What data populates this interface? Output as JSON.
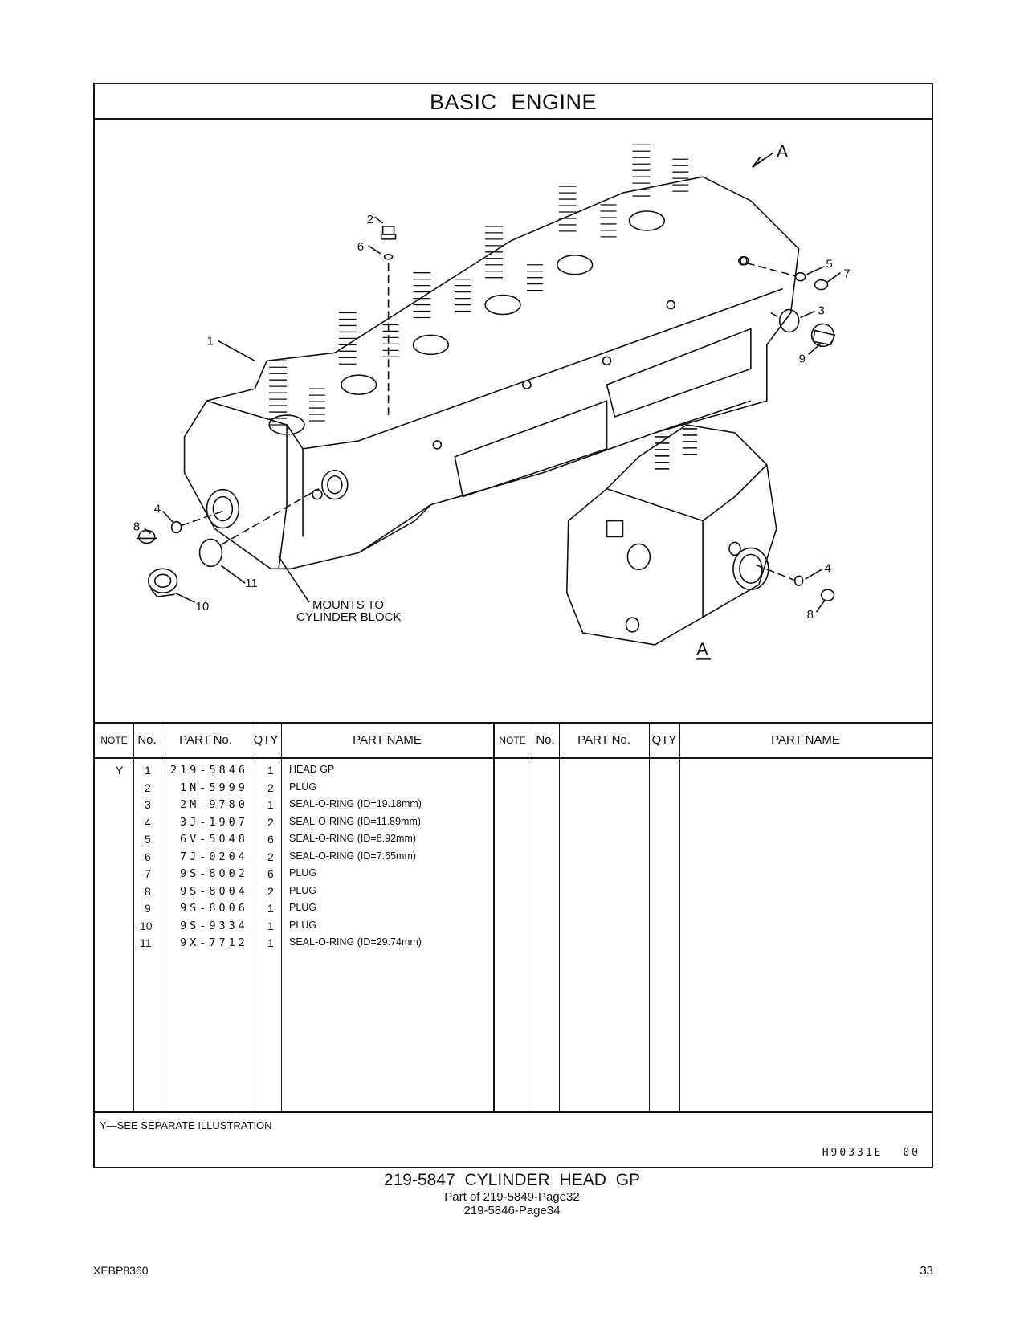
{
  "title": "BASIC ENGINE",
  "illustration": {
    "view_label_arrow": "A",
    "view_label_detail": "A",
    "mounts_label_line1": "MOUNTS TO",
    "mounts_label_line2": "CYLINDER BLOCK",
    "callouts": [
      "1",
      "2",
      "3",
      "4",
      "5",
      "6",
      "7",
      "8",
      "9",
      "10",
      "11",
      "4",
      "8"
    ]
  },
  "table": {
    "headers": [
      "NOTE",
      "No.",
      "PART No.",
      "QTY",
      "PART NAME"
    ],
    "rows": [
      {
        "note": "Y",
        "no": "1",
        "part_no": "219-5846",
        "qty": "1",
        "name": "HEAD GP"
      },
      {
        "note": "",
        "no": "2",
        "part_no": "1N-5999",
        "qty": "2",
        "name": "PLUG"
      },
      {
        "note": "",
        "no": "3",
        "part_no": "2M-9780",
        "qty": "1",
        "name": "SEAL-O-RING (ID=19.18mm)"
      },
      {
        "note": "",
        "no": "4",
        "part_no": "3J-1907",
        "qty": "2",
        "name": "SEAL-O-RING (ID=11.89mm)"
      },
      {
        "note": "",
        "no": "5",
        "part_no": "6V-5048",
        "qty": "6",
        "name": "SEAL-O-RING (ID=8.92mm)"
      },
      {
        "note": "",
        "no": "6",
        "part_no": "7J-0204",
        "qty": "2",
        "name": "SEAL-O-RING (ID=7.65mm)"
      },
      {
        "note": "",
        "no": "7",
        "part_no": "9S-8002",
        "qty": "6",
        "name": "PLUG"
      },
      {
        "note": "",
        "no": "8",
        "part_no": "9S-8004",
        "qty": "2",
        "name": "PLUG"
      },
      {
        "note": "",
        "no": "9",
        "part_no": "9S-8006",
        "qty": "1",
        "name": "PLUG"
      },
      {
        "note": "",
        "no": "10",
        "part_no": "9S-9334",
        "qty": "1",
        "name": "PLUG"
      },
      {
        "note": "",
        "no": "11",
        "part_no": "9X-7712",
        "qty": "1",
        "name": "SEAL-O-RING (ID=29.74mm)"
      }
    ]
  },
  "footnote": "Y—SEE SEPARATE ILLUSTRATION",
  "illustration_code": "H90331E 00",
  "caption": {
    "title": "219-5847 CYLINDER HEAD GP",
    "line1": "Part of 219-5849-Page32",
    "line2": "219-5846-Page34"
  },
  "doc_id": "XEBP8360",
  "page_number": "33"
}
